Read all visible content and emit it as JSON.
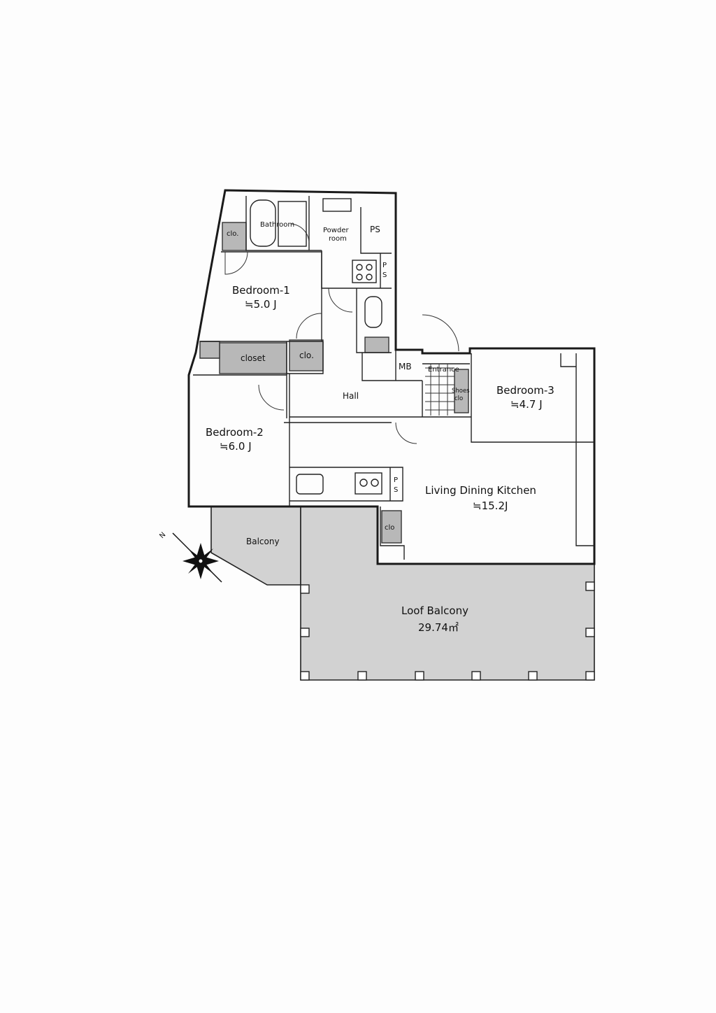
{
  "rooms": {
    "bathroom": "Bathroom",
    "powder_room_1": "Powder",
    "powder_room_2": "room",
    "ps_top": "PS",
    "ps_vertical_1": "P",
    "ps_vertical_2": "S",
    "clo_bedroom1": "clo.",
    "bedroom1_name": "Bedroom-1",
    "bedroom1_size": "≒5.0 J",
    "closet": "closet",
    "clo_hall": "clo.",
    "mb": "MB",
    "entrance": "Entrance",
    "shoes_1": "Shoes",
    "shoes_2": "clo",
    "hall": "Hall",
    "bedroom3_name": "Bedroom-3",
    "bedroom3_size": "≒4.7 J",
    "bedroom2_name": "Bedroom-2",
    "bedroom2_size": "≒6.0 J",
    "ps_kitchen_1": "P",
    "ps_kitchen_2": "S",
    "ldk_name": "Living Dining Kitchen",
    "ldk_size": "≒15.2J",
    "clo_ldk": "clo",
    "balcony": "Balcony",
    "loof_balcony_name": "Loof Balcony",
    "loof_balcony_size": "29.74㎡"
  },
  "compass": {
    "north_label": "N",
    "icon": "compass-rose-icon"
  }
}
